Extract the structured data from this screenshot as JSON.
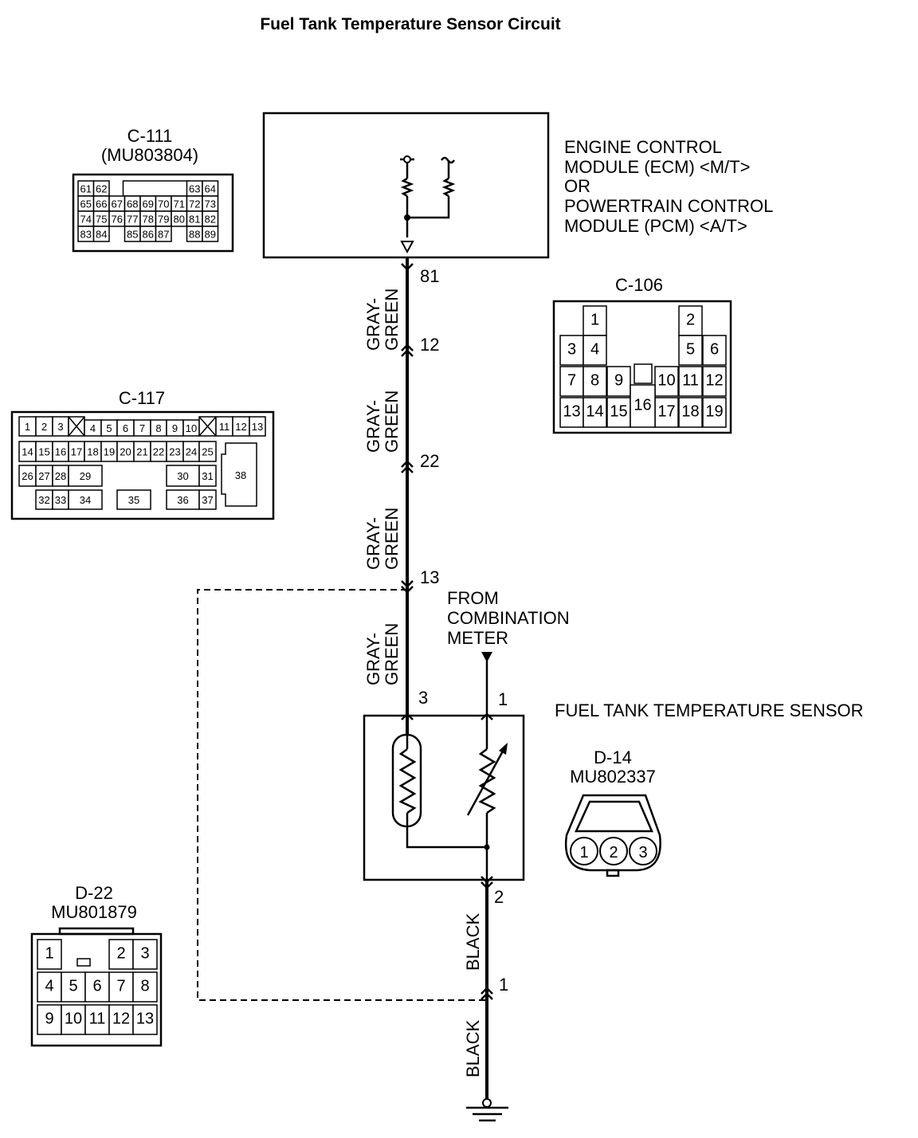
{
  "title": "Fuel Tank Temperature Sensor Circuit",
  "ecm": {
    "lines": [
      "ENGINE CONTROL",
      "MODULE (ECM) <M/T>",
      "OR",
      "POWERTRAIN CONTROL",
      "MODULE (PCM) <A/T>"
    ]
  },
  "connectors": {
    "c111": {
      "name": "C-111",
      "part": "(MU803804)",
      "rows": [
        [
          "61",
          "62",
          "",
          "",
          "",
          "",
          "",
          "63",
          "64"
        ],
        [
          "65",
          "66",
          "67",
          "68",
          "69",
          "70",
          "71",
          "72",
          "73"
        ],
        [
          "74",
          "75",
          "76",
          "77",
          "78",
          "79",
          "80",
          "81",
          "82"
        ],
        [
          "83",
          "84",
          "",
          "85",
          "86",
          "87",
          "",
          "88",
          "89"
        ]
      ]
    },
    "c117": {
      "name": "C-117",
      "row1": [
        "1",
        "2",
        "3",
        "X",
        "4",
        "5",
        "6",
        "7",
        "8",
        "9",
        "10",
        "X",
        "11",
        "12",
        "13"
      ],
      "row2": [
        "14",
        "15",
        "16",
        "17",
        "18",
        "19",
        "20",
        "21",
        "22",
        "23",
        "24",
        "25"
      ],
      "row3": [
        "26",
        "27",
        "28",
        "29",
        "30",
        "31"
      ],
      "row4": [
        "32",
        "33",
        "34",
        "35",
        "36",
        "37"
      ],
      "side": "38"
    },
    "c106": {
      "name": "C-106",
      "pins": [
        "1",
        "2",
        "3",
        "4",
        "5",
        "6",
        "7",
        "8",
        "9",
        "10",
        "11",
        "12",
        "13",
        "14",
        "15",
        "16",
        "17",
        "18",
        "19"
      ]
    },
    "d14": {
      "name": "D-14",
      "part": "MU802337",
      "pins": [
        "1",
        "2",
        "3"
      ]
    },
    "d22": {
      "name": "D-22",
      "part": "MU801879",
      "pins": [
        "1",
        "2",
        "3",
        "4",
        "5",
        "6",
        "7",
        "8",
        "9",
        "10",
        "11",
        "12",
        "13"
      ]
    }
  },
  "wires": {
    "segments": [
      {
        "color": "GRAY-GREEN",
        "from_pin": "81",
        "to_pin": "12"
      },
      {
        "color": "GRAY-GREEN",
        "from_pin": "12",
        "to_pin": "22"
      },
      {
        "color": "GRAY-GREEN",
        "from_pin": "22",
        "to_pin": "13"
      },
      {
        "color": "GRAY-GREEN",
        "from_pin": "13",
        "to_pin": "3"
      },
      {
        "color": "BLACK",
        "from_pin": "2",
        "to_pin": "1"
      },
      {
        "color": "BLACK",
        "from_pin": "1",
        "to_pin": "ground"
      }
    ],
    "color_line1": "GRAY-",
    "color_line2": "GREEN",
    "black": "BLACK",
    "pin_labels": {
      "ecm_81": "81",
      "c106_12": "12",
      "c117_22": "22",
      "c111_13": "13",
      "sensor_3": "3",
      "sensor_1": "1",
      "sensor_2": "2",
      "d22_1": "1"
    }
  },
  "combination_meter": {
    "lines": [
      "FROM",
      "COMBINATION",
      "METER"
    ]
  },
  "sensor": {
    "label": "FUEL TANK TEMPERATURE SENSOR"
  }
}
